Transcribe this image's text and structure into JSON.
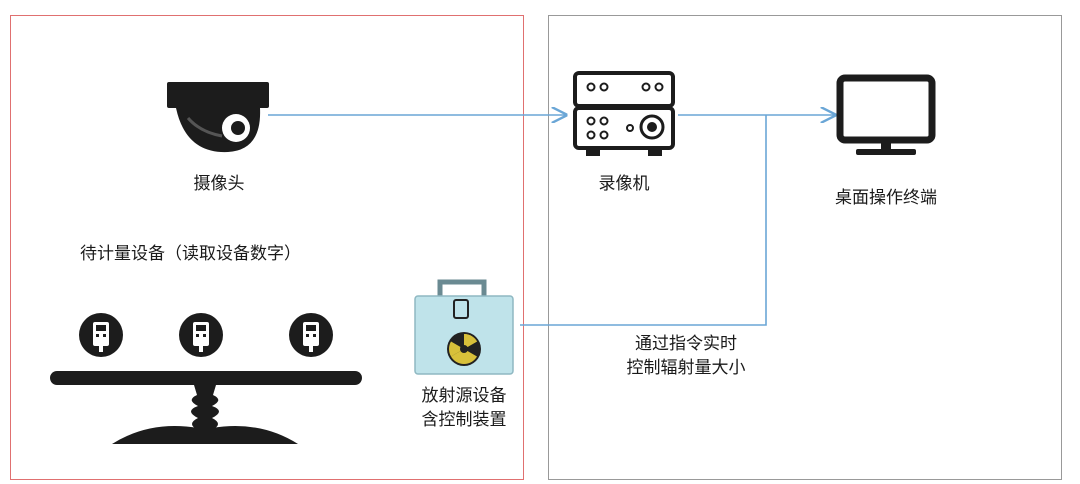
{
  "labels": {
    "camera": "摄像头",
    "devices_line1": "待计量设备",
    "devices_line2": "（读取设备数字）",
    "source_line1": "放射源设备",
    "source_line2": "含控制装置",
    "recorder": "录像机",
    "terminal": "桌面操作终端",
    "control_line1": "通过指令实时",
    "control_line2": "控制辐射量大小"
  },
  "colors": {
    "left_border": "#e07070",
    "right_border": "#999999",
    "arrow": "#6aa6d6",
    "icon_dark": "#1c1c1c",
    "box_fill": "#bfe3ea",
    "radiation_yellow": "#d8c03a"
  },
  "icons": [
    "camera-icon",
    "recorder-icon",
    "monitor-icon",
    "meter-icon",
    "radiation-source-icon",
    "table-icon"
  ]
}
